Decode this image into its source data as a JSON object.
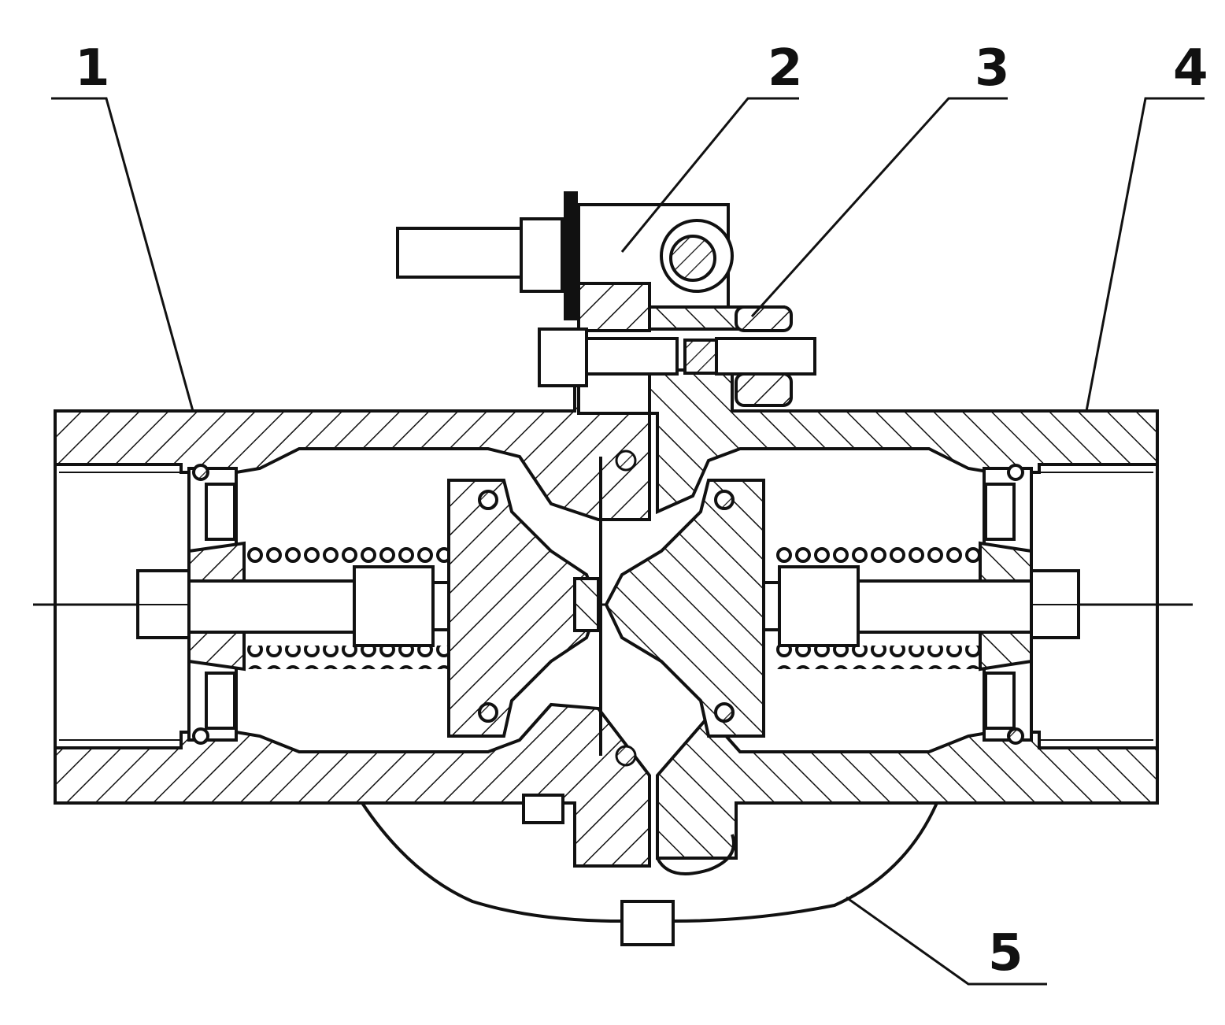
{
  "diagram": {
    "type": "mechanical-cross-section",
    "colors": {
      "line": "#111111",
      "hatch": "#111111",
      "background": "#ffffff"
    },
    "callouts": [
      {
        "id": "1",
        "label": "1"
      },
      {
        "id": "2",
        "label": "2"
      },
      {
        "id": "3",
        "label": "3"
      },
      {
        "id": "4",
        "label": "4"
      },
      {
        "id": "5",
        "label": "5"
      }
    ]
  }
}
